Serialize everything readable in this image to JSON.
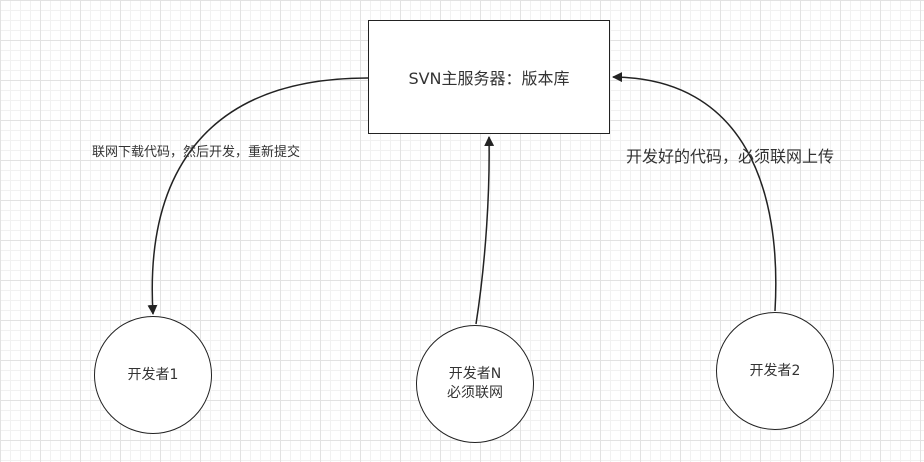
{
  "diagram": {
    "server": {
      "label": "SVN主服务器：版本库"
    },
    "developers": [
      {
        "id": "dev1",
        "lines": [
          "开发者1"
        ]
      },
      {
        "id": "devN",
        "lines": [
          "开发者N",
          "必须联网"
        ]
      },
      {
        "id": "dev2",
        "lines": [
          "开发者2"
        ]
      }
    ],
    "edges": [
      {
        "from": "server",
        "to": "dev1",
        "label": "联网下载代码，然后开发，重新提交"
      },
      {
        "from": "devN",
        "to": "server",
        "label": ""
      },
      {
        "from": "dev2",
        "to": "server",
        "label": "开发好的代码，必须联网上传"
      }
    ],
    "colors": {
      "stroke": "#222222",
      "grid_major": "#e2e2e2",
      "grid_minor": "#f1f1f1",
      "text": "#333333"
    }
  }
}
